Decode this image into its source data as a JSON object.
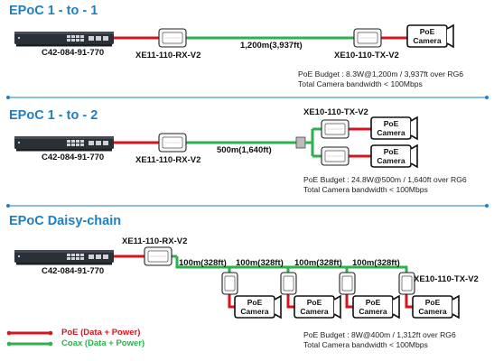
{
  "colors": {
    "title": "#1f7fc1",
    "poe_line": "#d7141d",
    "coax_line": "#2bb24c",
    "divider": "#1f7fc1",
    "switch_body": "#2b2f36"
  },
  "sections": [
    {
      "title": "EPoC 1 - to - 1",
      "switch_label": "C42-084-91-770",
      "rx_label": "XE11-110-RX-V2",
      "tx_label": "XE10-110-TX-V2",
      "distance": "1,200m(3,937ft)",
      "camera": {
        "line1": "PoE",
        "line2": "Camera"
      },
      "budget": "PoE Budget : 8.3W@1,200m / 3,937ft over RG6",
      "bandwidth": "Total Camera bandwidth < 100Mbps"
    },
    {
      "title": "EPoC 1 - to - 2",
      "switch_label": "C42-084-91-770",
      "rx_label": "XE11-110-RX-V2",
      "tx_label": "XE10-110-TX-V2",
      "distance": "500m(1,640ft)",
      "camera": {
        "line1": "PoE",
        "line2": "Camera"
      },
      "budget": "PoE Budget : 24.8W@500m / 1,640ft over RG6",
      "bandwidth": "Total Camera bandwidth < 100Mbps"
    },
    {
      "title": "EPoC Daisy-chain",
      "switch_label": "C42-084-91-770",
      "rx_label": "XE11-110-RX-V2",
      "tx_label": "XE10-110-TX-V2",
      "segments": [
        "100m(328ft)",
        "100m(328ft)",
        "100m(328ft)",
        "100m(328ft)"
      ],
      "camera": {
        "line1": "PoE",
        "line2": "Camera"
      },
      "budget": "PoE Budget : 8W@400m / 1,312ft over RG6",
      "bandwidth": "Total Camera bandwidth < 100Mbps"
    }
  ],
  "legend": [
    {
      "label": "PoE (Data + Power)",
      "color": "#d7141d"
    },
    {
      "label": "Coax (Data + Power)",
      "color": "#2bb24c"
    }
  ]
}
